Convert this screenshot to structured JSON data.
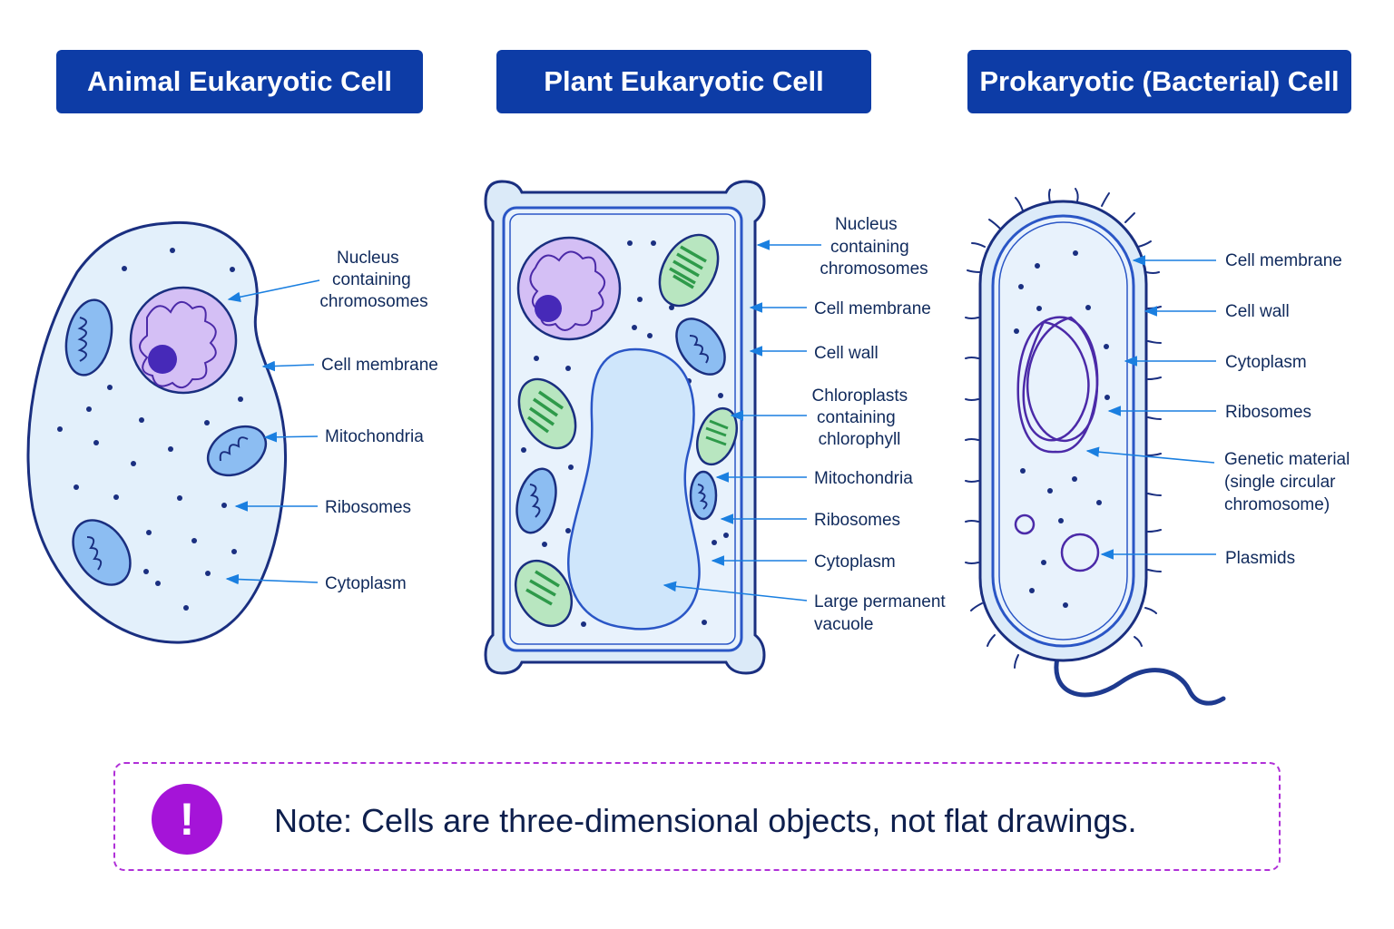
{
  "panels": {
    "animal": {
      "title": "Animal Eukaryotic Cell",
      "labels": {
        "nucleus": [
          "Nucleus",
          "containing",
          "chromosomes"
        ],
        "membrane": "Cell membrane",
        "mitochondria": "Mitochondria",
        "ribosomes": "Ribosomes",
        "cytoplasm": "Cytoplasm"
      }
    },
    "plant": {
      "title": "Plant Eukaryotic Cell",
      "labels": {
        "nucleus": [
          "Nucleus",
          "containing",
          "chromosomes"
        ],
        "membrane": "Cell membrane",
        "wall": "Cell wall",
        "chloroplasts": [
          "Chloroplasts",
          "containing",
          "chlorophyll"
        ],
        "mitochondria": "Mitochondria",
        "ribosomes": "Ribosomes",
        "cytoplasm": "Cytoplasm",
        "vacuole": [
          "Large permanent",
          "vacuole"
        ]
      }
    },
    "prokaryote": {
      "title": "Prokaryotic (Bacterial) Cell",
      "labels": {
        "membrane": "Cell membrane",
        "wall": "Cell wall",
        "cytoplasm": "Cytoplasm",
        "ribosomes": "Ribosomes",
        "genetic": [
          "Genetic material",
          "(single circular",
          "chromosome)"
        ],
        "plasmids": "Plasmids"
      }
    }
  },
  "note": {
    "icon": "exclamation-icon",
    "icon_glyph": "!",
    "text": "Note: Cells are three-dimensional objects, not flat drawings."
  },
  "colors": {
    "title_bg": "#0d3ca6",
    "cell_fill": "#e3f0fb",
    "outline": "#1a2f80",
    "nucleus": "#d4bff5",
    "mitochondria": "#8cbdf2",
    "chloroplast": "#b8e6c0",
    "arrow": "#1a7fe0",
    "note_accent": "#a514d8"
  }
}
